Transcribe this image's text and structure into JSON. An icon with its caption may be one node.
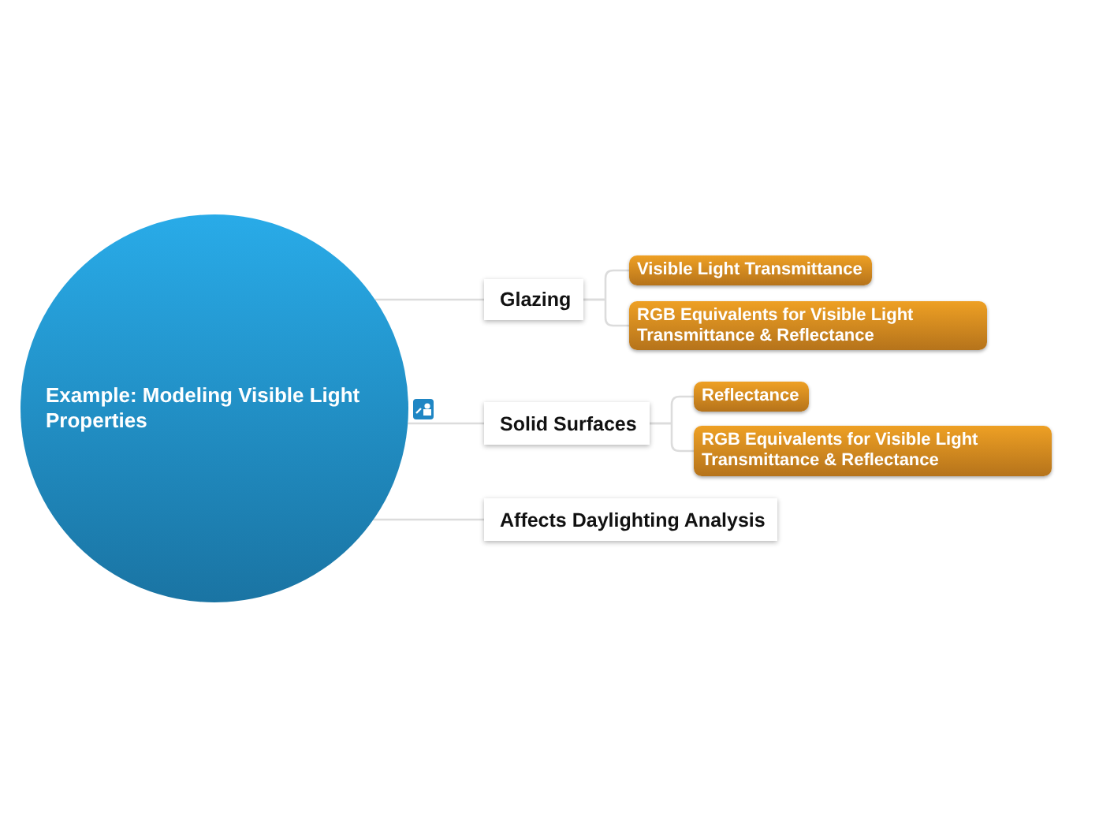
{
  "diagram": {
    "nodes": [
      {
        "text": [
          "Example: Modeling Visible Light Properties"
        ]
      },
      {
        "text": [
          "Glazing"
        ]
      },
      {
        "text": [
          "Visible Light Transmittance"
        ]
      },
      {
        "text": [
          "RGB Equivalents for Visible Light Transmittance & Reflectance"
        ]
      },
      {
        "text": [
          "Solid Surfaces"
        ]
      },
      {
        "text": [
          "Reflectance"
        ]
      },
      {
        "text": [
          "RGB Equivalents for Visible Light Transmittance & Reflectance"
        ]
      },
      {
        "text": [
          "Affects Daylighting Analysis"
        ]
      }
    ],
    "edges": [
      {
        "from": 0,
        "to": 1,
        "arrow": "none"
      },
      {
        "from": 0,
        "to": 4,
        "arrow": "none"
      },
      {
        "from": 0,
        "to": 7,
        "arrow": "none"
      },
      {
        "from": 1,
        "to": 2,
        "arrow": "none"
      },
      {
        "from": 1,
        "to": 3,
        "arrow": "none"
      },
      {
        "from": 4,
        "to": 5,
        "arrow": "none"
      },
      {
        "from": 4,
        "to": 6,
        "arrow": "none"
      }
    ]
  }
}
